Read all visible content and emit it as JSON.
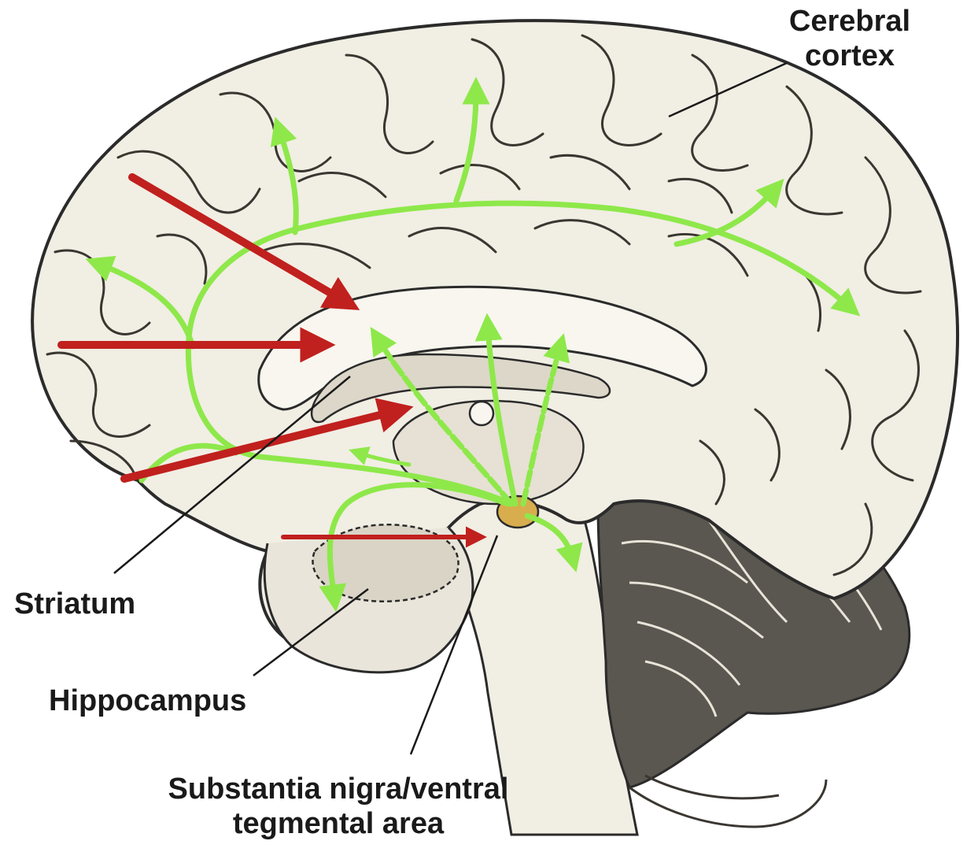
{
  "labels": {
    "cerebral_cortex": [
      "Cerebral",
      "cortex"
    ],
    "striatum": "Striatum",
    "hippocampus": "Hippocampus",
    "substantia_nigra_vta": [
      "Substantia nigra/ventral",
      "tegmental area"
    ]
  },
  "colors": {
    "dopamine_pathway": "#8ee84a",
    "input_arrow": "#c0201e",
    "nucleus": "#d8ad4e",
    "brain_fill": "#f1eee4",
    "outline": "#2b2b2b",
    "cerebellum": "#5a5650"
  }
}
